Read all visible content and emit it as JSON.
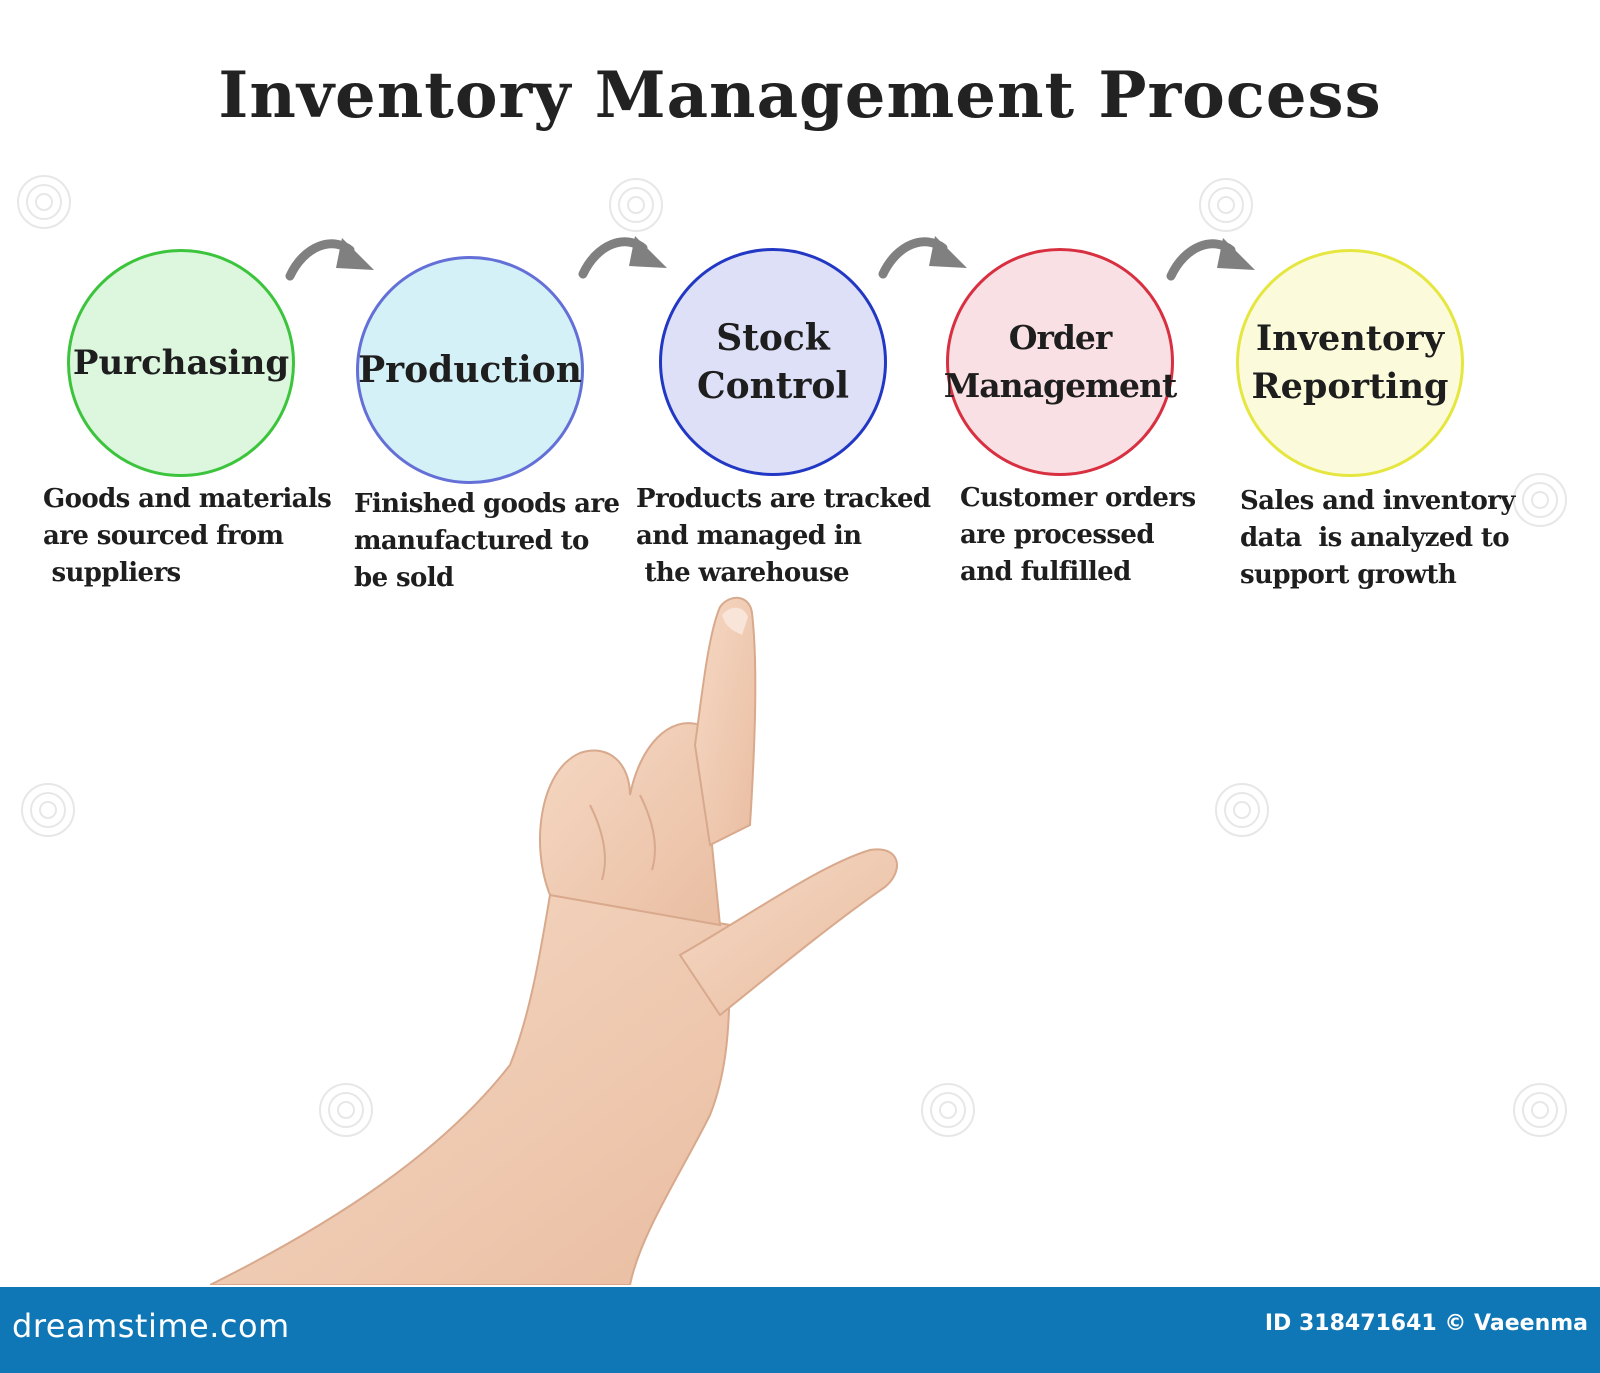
{
  "title": "Inventory Management Process",
  "steps": [
    {
      "title": "Purchasing",
      "description": "Goods and materials\nare sourced from\n suppliers",
      "border_color": "#3cc43c",
      "fill_color": "#dcf7de"
    },
    {
      "title": "Production",
      "description": "Finished goods are\nmanufactured to\nbe sold",
      "border_color": "#6470d8",
      "fill_color": "#d4f1f7"
    },
    {
      "title": "Stock\nControl",
      "description": "Products are tracked\nand managed in\n the warehouse",
      "border_color": "#2238c4",
      "fill_color": "#dde0f7"
    },
    {
      "title": "Order\nManagement",
      "description": "Customer orders\nare processed\nand fulfilled",
      "border_color": "#d83040",
      "fill_color": "#f9e0e4"
    },
    {
      "title": "Inventory\nReporting",
      "description": "Sales and inventory\ndata  is analyzed to\nsupport growth",
      "border_color": "#e6e640",
      "fill_color": "#fbfbdc"
    }
  ],
  "arrows": [
    "curved-arrow-icon",
    "curved-arrow-icon",
    "curved-arrow-icon",
    "curved-arrow-icon"
  ],
  "footer": {
    "logo": "dreamstime.com",
    "credit": "ID 318471641 © Vaeenma",
    "color": "#0f77b5"
  },
  "watermark": "dreamstime"
}
